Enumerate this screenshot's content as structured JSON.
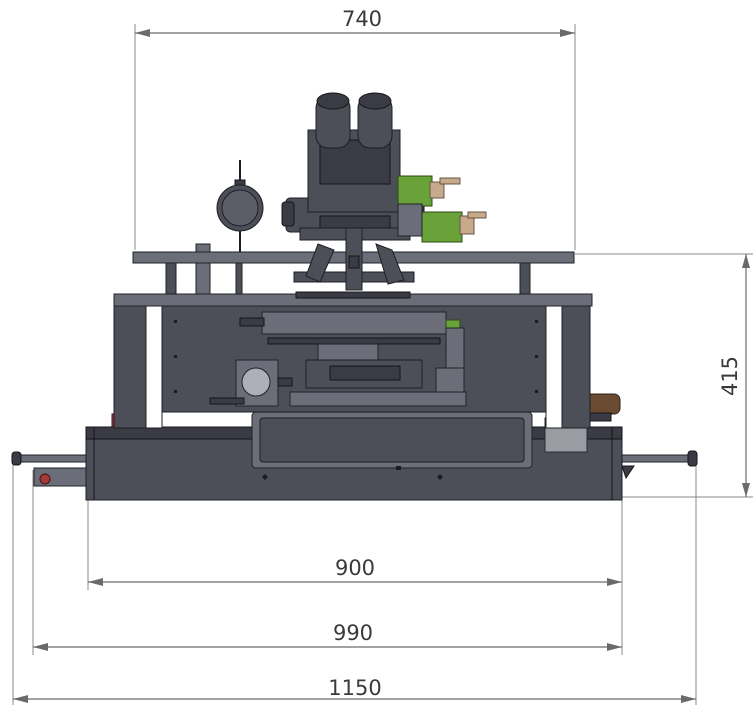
{
  "dimensions": {
    "top_width": "740",
    "height": "415",
    "base_width": "900",
    "frame_width": "990",
    "overall_width": "1150"
  }
}
